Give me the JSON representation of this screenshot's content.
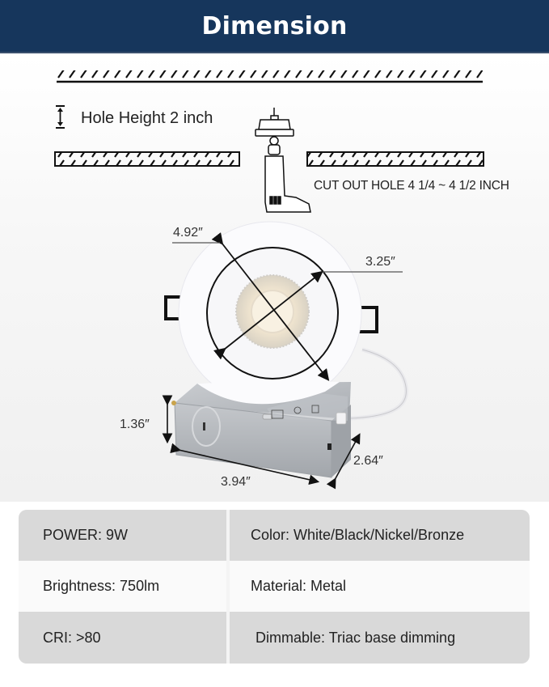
{
  "header": {
    "title": "Dimension",
    "background": "#16365c"
  },
  "diagram": {
    "hole_height_label": "Hole Height 2 inch",
    "cutout_label": "CUT OUT HOLE 4 1/4 ~ 4 1/2 INCH",
    "dimensions": {
      "trim_diameter": "4.92″",
      "inner_diameter": "3.25″",
      "box_height": "1.36″",
      "box_length": "3.94″",
      "box_width": "2.64″"
    },
    "icons": [
      "ceiling-hatch-icon",
      "height-arrow-icon",
      "drill-icon",
      "downlight-product-image",
      "junction-box-image"
    ]
  },
  "specs": {
    "rows": [
      {
        "left": "POWER: 9W",
        "right": "Color: White/Black/Nickel/Bronze"
      },
      {
        "left": "Brightness: 750lm",
        "right": "Material: Metal"
      },
      {
        "left": "CRI: >80",
        "right": "Dimmable: Triac base dimming"
      }
    ]
  }
}
